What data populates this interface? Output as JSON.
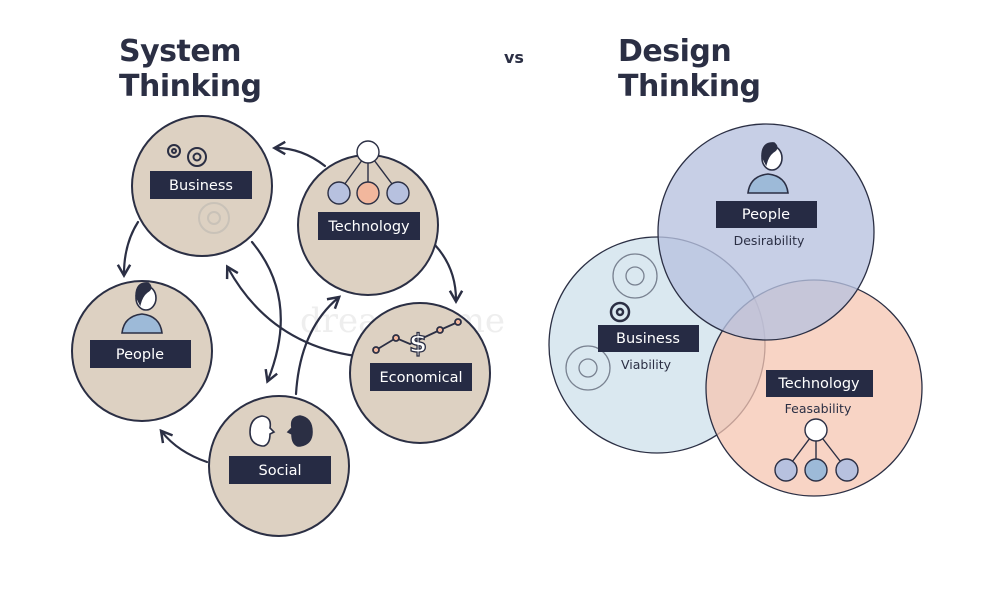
{
  "header": {
    "left_title": "System Thinking",
    "vs": "vs",
    "right_title": "Design Thinking"
  },
  "system_thinking": {
    "nodes": [
      {
        "id": "business",
        "label": "Business",
        "icon": "gears-icon"
      },
      {
        "id": "technology",
        "label": "Technology",
        "icon": "network-tree-icon"
      },
      {
        "id": "people",
        "label": "People",
        "icon": "person-icon"
      },
      {
        "id": "economical",
        "label": "Economical",
        "icon": "dollar-growth-icon"
      },
      {
        "id": "social",
        "label": "Social",
        "icon": "two-heads-icon"
      }
    ]
  },
  "design_thinking": {
    "circles": [
      {
        "id": "people",
        "label": "People",
        "sublabel": "Desirability",
        "icon": "person-icon"
      },
      {
        "id": "business",
        "label": "Business",
        "sublabel": "Viability",
        "icon": "gears-icon"
      },
      {
        "id": "technology",
        "label": "Technology",
        "sublabel": "Feasability",
        "icon": "network-tree-icon"
      }
    ]
  },
  "watermark": "dreamstime",
  "colors": {
    "title": "#2b2f44",
    "label_box": "#262b44",
    "system_node_fill": "#ddd1c2",
    "outline": "#2b2f44",
    "people_circle": "#b7c1df",
    "business_circle": "#d6e5ee",
    "technology_circle": "#f6c6b1",
    "icon_blue": "#9dbad8",
    "icon_peach": "#f2b79d"
  }
}
